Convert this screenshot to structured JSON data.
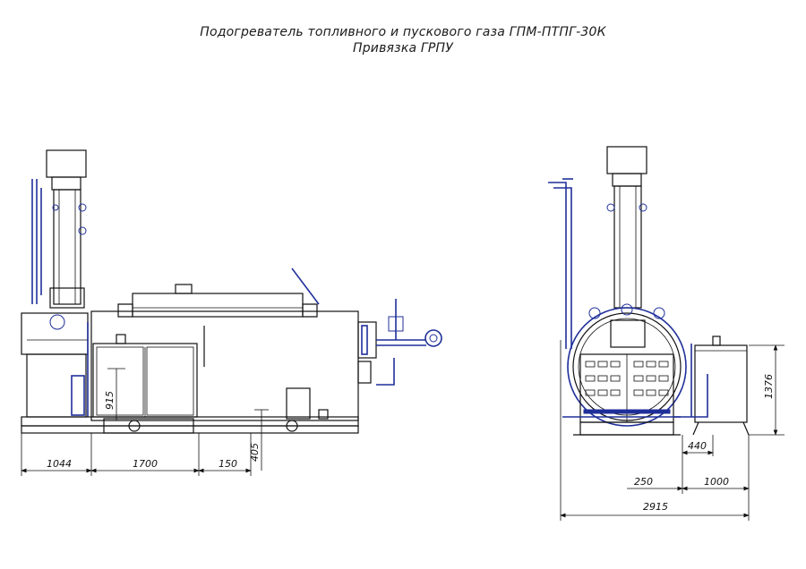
{
  "titles": {
    "line1": "Подогреватель топливного и пускового газа ГПМ-ПТПГ-30К",
    "line2": "Привязка ГРПУ"
  },
  "dimensions": {
    "side_view": {
      "d_1044": "1044",
      "d_1700": "1700",
      "d_150": "150",
      "d_405": "405",
      "d_915": "915"
    },
    "front_view": {
      "d_1376": "1376",
      "d_440": "440",
      "d_250": "250",
      "d_1000": "1000",
      "d_2915": "2915"
    }
  },
  "colors": {
    "outline": "#111111",
    "piping": "#1f2f9a"
  }
}
